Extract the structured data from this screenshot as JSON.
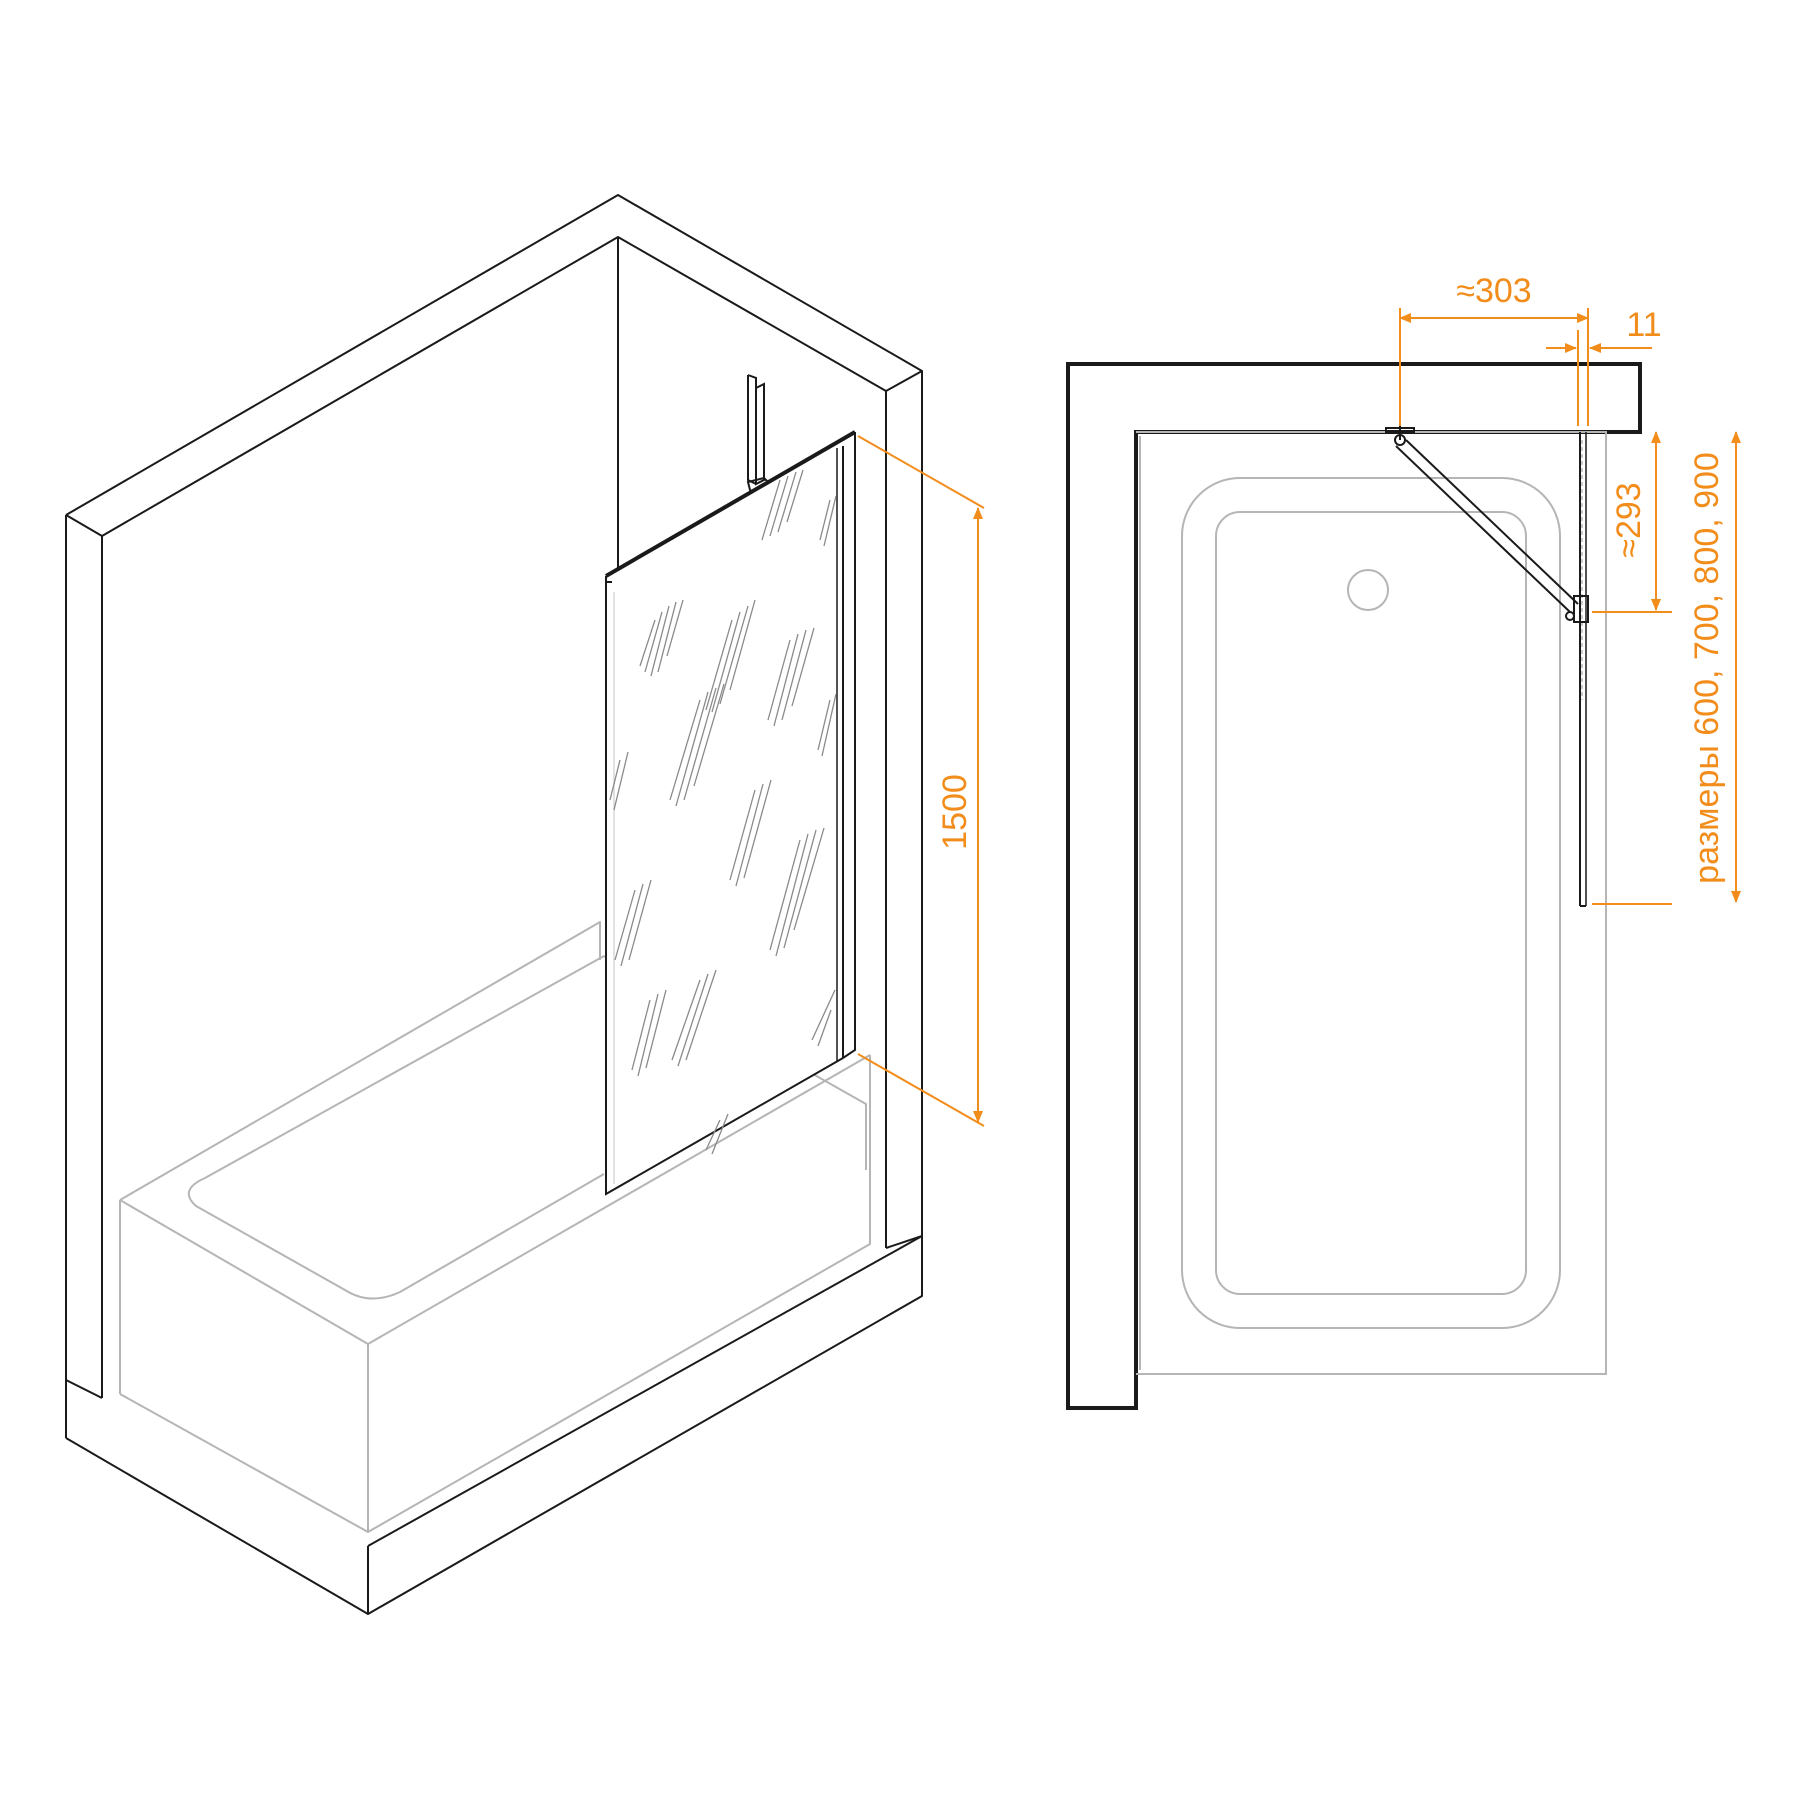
{
  "colors": {
    "line": "#1a1a1a",
    "gray": "#b5b5b5",
    "dimension": "#f28c1a",
    "background": "#ffffff"
  },
  "iso_view": {
    "height_dimension": "1500"
  },
  "plan_view": {
    "bracket_length": "≈303",
    "glass_thickness": "11",
    "bracket_offset": "≈293",
    "panel_sizes": "размеры 600, 700, 800, 900"
  }
}
